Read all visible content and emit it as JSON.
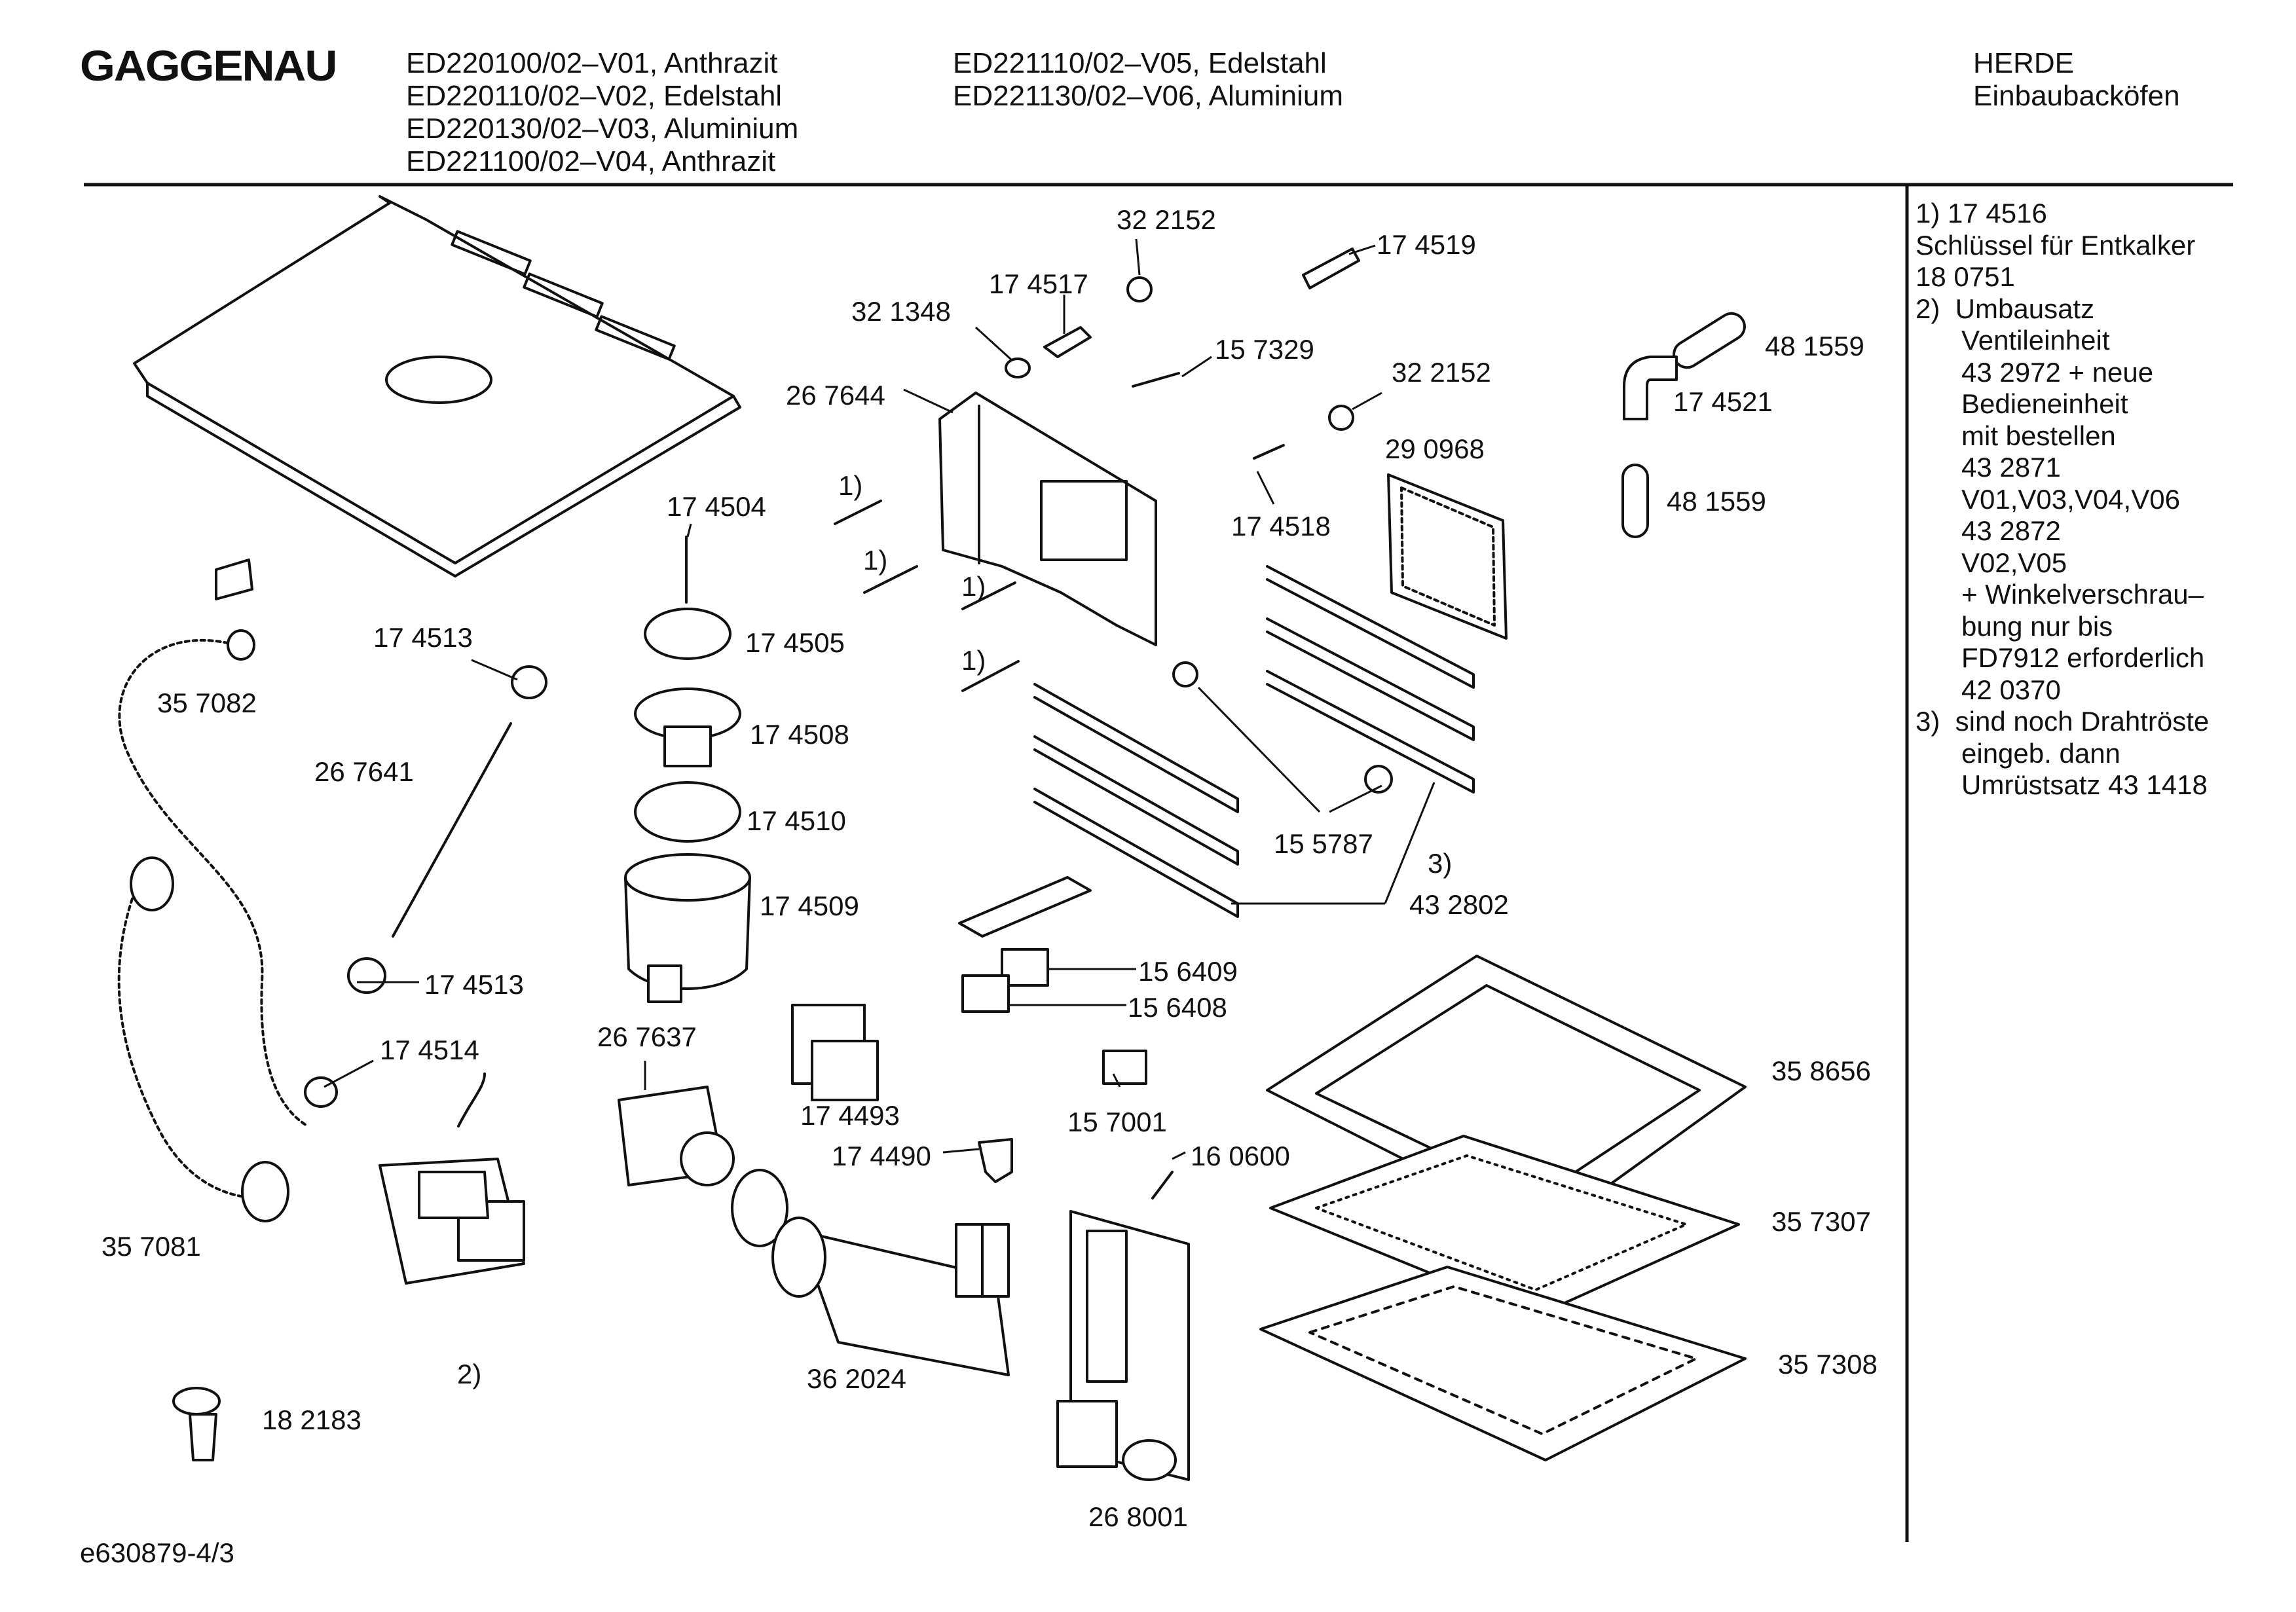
{
  "header": {
    "logo": "GAGGENAU",
    "models_col1": [
      "ED220100/02–V01, Anthrazit",
      "ED220110/02–V02, Edelstahl",
      "ED220130/02–V03, Aluminium",
      "ED221100/02–V04, Anthrazit"
    ],
    "models_col2": [
      "ED221110/02–V05, Edelstahl",
      "ED221130/02–V06, Aluminium"
    ],
    "category": "HERDE",
    "subcategory": "Einbaubacköfen"
  },
  "notes": [
    "1) 17 4516",
    "",
    "Schlüssel für Entkalker",
    "18 0751",
    "2)  Umbausatz",
    "      Ventileinheit",
    "      43 2972 + neue",
    "      Bedieneinheit",
    "      mit bestellen",
    "      43 2871",
    "      V01,V03,V04,V06",
    "      43 2872",
    "      V02,V05",
    "      + Winkelverschrau–",
    "      bung nur bis",
    "      FD7912 erforderlich",
    "      42 0370",
    "3)  sind noch Drahtröste",
    "      eingeb. dann",
    "      Umrüstsatz 43 1418"
  ],
  "part_labels": [
    "32 2152",
    "17 4519",
    "17 4517",
    "32 1348",
    "15 7329",
    "32 2152",
    "26 7644",
    "48 1559",
    "17 4521",
    "29 0968",
    "48 1559",
    "1)",
    "17 4504",
    "1)",
    "17 4518",
    "1)",
    "17 4505",
    "17 4513",
    "1)",
    "35 7082",
    "17 4508",
    "26 7641",
    "17 4510",
    "15 5787",
    "3)",
    "17 4509",
    "43 2802",
    "15 6409",
    "17 4513",
    "15 6408",
    "17 4514",
    "26 7637",
    "35 8656",
    "17 4493",
    "15 7001",
    "17 4490",
    "16 0600",
    "35 7307",
    "35 7081",
    "2)",
    "36 2024",
    "35 7308",
    "18 2183",
    "26 8001"
  ],
  "footer": {
    "drawing_id": "e630879-4/3"
  }
}
